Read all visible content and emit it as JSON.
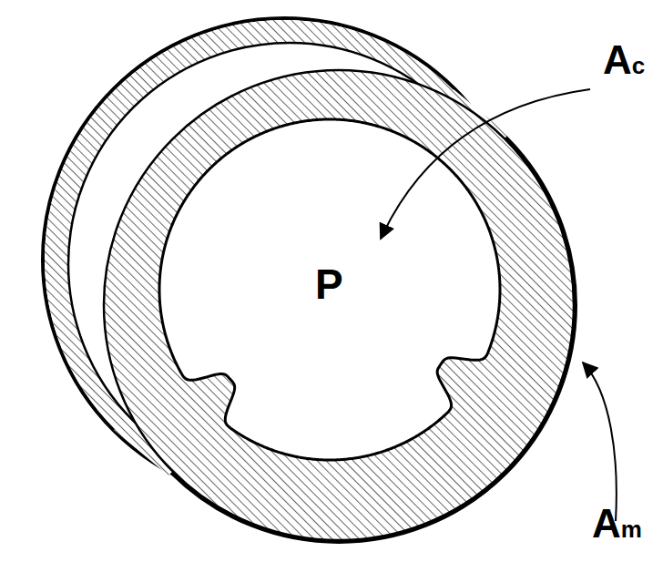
{
  "diagram": {
    "labels": [
      "Ac",
      "P",
      "Am"
    ]
  }
}
